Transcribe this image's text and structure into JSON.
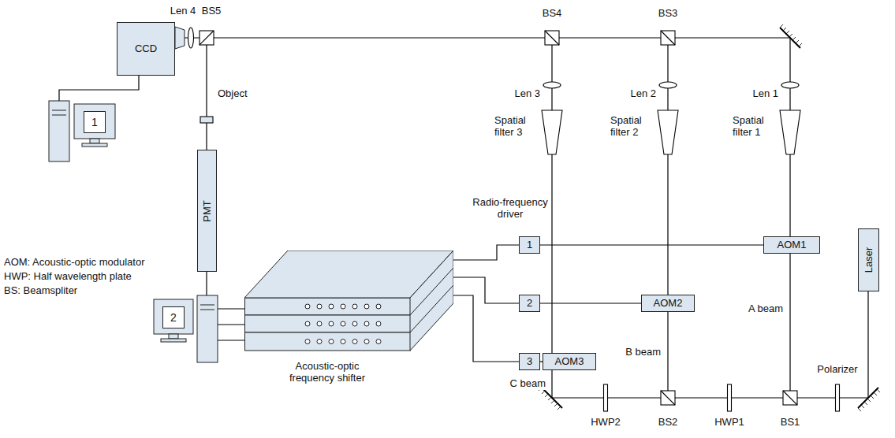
{
  "diagram": {
    "nodes": [
      {
        "text": [
          "CCD"
        ]
      },
      {
        "text": [
          "1"
        ]
      },
      {
        "text": [
          "PMT"
        ]
      },
      {
        "text": [
          "2"
        ]
      },
      {
        "text": [
          "Acoustic-optic frequency shifter"
        ]
      },
      {
        "text": [
          "1"
        ]
      },
      {
        "text": [
          "2"
        ]
      },
      {
        "text": [
          "3"
        ]
      },
      {
        "text": [
          "AOM1"
        ]
      },
      {
        "text": [
          "AOM2"
        ]
      },
      {
        "text": [
          "AOM3"
        ]
      },
      {
        "text": [
          "Laser"
        ]
      }
    ],
    "edges": [
      {
        "from": 4,
        "to": 5,
        "arrow": "none"
      },
      {
        "from": 4,
        "to": 6,
        "arrow": "none"
      },
      {
        "from": 4,
        "to": 7,
        "arrow": "none"
      },
      {
        "from": 5,
        "to": 8,
        "arrow": "none"
      },
      {
        "from": 6,
        "to": 9,
        "arrow": "none"
      },
      {
        "from": 7,
        "to": 10,
        "arrow": "none"
      }
    ],
    "labels": [
      "Len 4",
      "BS5",
      "Object",
      "BS4",
      "BS3",
      "Len 3",
      "Len 2",
      "Len 1",
      "Spatial filter 3",
      "Spatial filter 2",
      "Spatial filter 1",
      "Radio-frequency driver",
      "A beam",
      "B beam",
      "C beam",
      "Polarizer",
      "HWP2",
      "BS2",
      "HWP1",
      "BS1",
      "AOM: Acoustic-optic modulator",
      "HWP: Half wavelength plate",
      "BS: Beamspliter"
    ]
  }
}
